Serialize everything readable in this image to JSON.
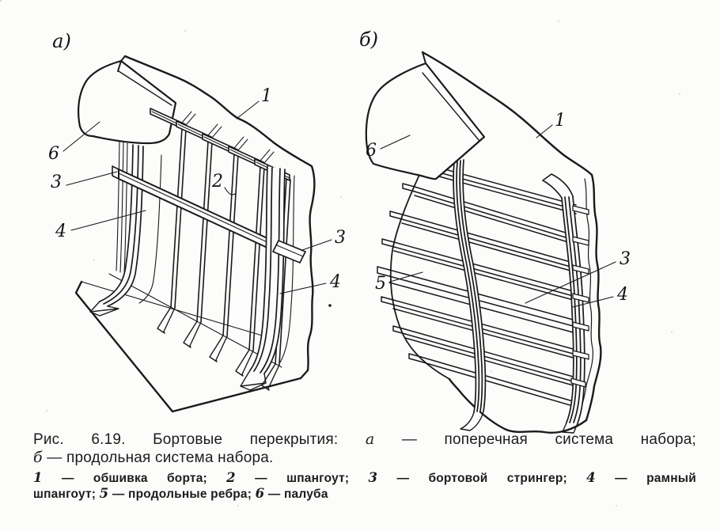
{
  "figure": {
    "panel_a": {
      "tag": "а)",
      "callouts": {
        "shell": "1",
        "frame": "2",
        "stringer_left": "3",
        "stringer_right": "3",
        "web_frame_left": "4",
        "web_frame_right": "4",
        "deck": "6"
      }
    },
    "panel_b": {
      "tag": "б)",
      "callouts": {
        "shell": "1",
        "stringer": "3",
        "web_frame": "4",
        "longitudinals": "5",
        "deck": "6"
      }
    }
  },
  "caption": {
    "line1": [
      {
        "s": "t",
        "t": "Рис. 6.19. Бортовые перекрытия: "
      },
      {
        "s": "i",
        "t": "а"
      },
      {
        "s": "t",
        "t": " — поперечная система набора;"
      }
    ],
    "line2": [
      {
        "s": "i",
        "t": "б"
      },
      {
        "s": "t",
        "t": " — продольная система набора."
      }
    ]
  },
  "legend": {
    "line1": [
      {
        "s": "i",
        "t": "1"
      },
      {
        "s": "t",
        "t": " — обшивка борта; "
      },
      {
        "s": "i",
        "t": "2"
      },
      {
        "s": "t",
        "t": " — шпангоут; "
      },
      {
        "s": "i",
        "t": "3"
      },
      {
        "s": "t",
        "t": " — бортовой стрингер; "
      },
      {
        "s": "i",
        "t": "4"
      },
      {
        "s": "t",
        "t": " — рамный"
      }
    ],
    "line2": [
      {
        "s": "t",
        "t": "шпангоут; "
      },
      {
        "s": "i",
        "t": "5"
      },
      {
        "s": "t",
        "t": " — продольные ребра; "
      },
      {
        "s": "i",
        "t": "6"
      },
      {
        "s": "t",
        "t": " — палуба"
      }
    ]
  },
  "colors": {
    "ink": "#1a1a1a",
    "paper": "#fcfcfb"
  }
}
